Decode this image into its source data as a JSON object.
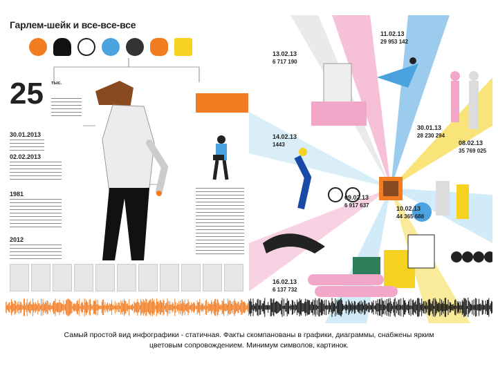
{
  "page": {
    "title": "Гарлем-шейк и все-все-все",
    "caption_line1": "Самый простой вид инфографики - статичная. Факты скомпанованы в графики, диаграммы, снабжены ярким",
    "caption_line2": "цветовым сопровождением. Минимум символов, картинок."
  },
  "left": {
    "big_number": "25",
    "big_suffix": "тыс.",
    "date1": "30.01.2013",
    "date2": "02.02.2013",
    "year1": "1981",
    "year2": "2012",
    "orange_note": ""
  },
  "right": {
    "stats": [
      {
        "date": "11.02.13",
        "views": "29 953 142"
      },
      {
        "date": "13.02.13",
        "views": "6 717 190"
      },
      {
        "date": "30.01.13",
        "views": "28 230 294"
      },
      {
        "date": "08.02.13",
        "views": "35 769 025"
      },
      {
        "date": "14.02.13",
        "views": "1443"
      },
      {
        "date": "09.02.13",
        "views": "6 917 637"
      },
      {
        "date": "10.02.13",
        "views": "44 365 688"
      },
      {
        "date": "16.02.13",
        "views": "6 137 732"
      }
    ]
  },
  "colors": {
    "orange": "#f27c21",
    "dark": "#222222",
    "pink": "#f2a6c8",
    "blue": "#4aa3df",
    "yellow": "#f5d21f"
  },
  "icons": [
    "bear-mask-icon",
    "balaclava-icon",
    "stormtrooper-icon",
    "astronaut-icon",
    "gasmask-icon",
    "wrestler-mask-icon",
    "robot-mask-icon"
  ]
}
